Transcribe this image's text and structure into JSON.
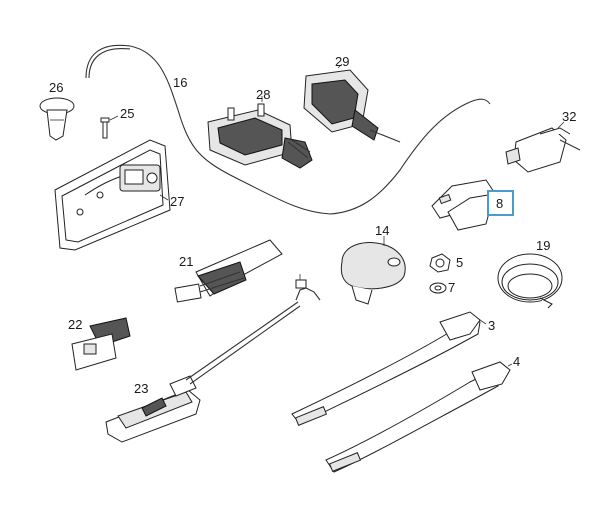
{
  "callouts": {
    "p3": "3",
    "p4": "4",
    "p5": "5",
    "p7": "7",
    "p8": "8",
    "p14": "14",
    "p16": "16",
    "p19": "19",
    "p21": "21",
    "p22": "22",
    "p23": "23",
    "p25": "25",
    "p26": "26",
    "p27": "27",
    "p28": "28",
    "p29": "29",
    "p32": "32"
  },
  "colors": {
    "highlight": "#4a9bd0",
    "line": "#222222"
  }
}
